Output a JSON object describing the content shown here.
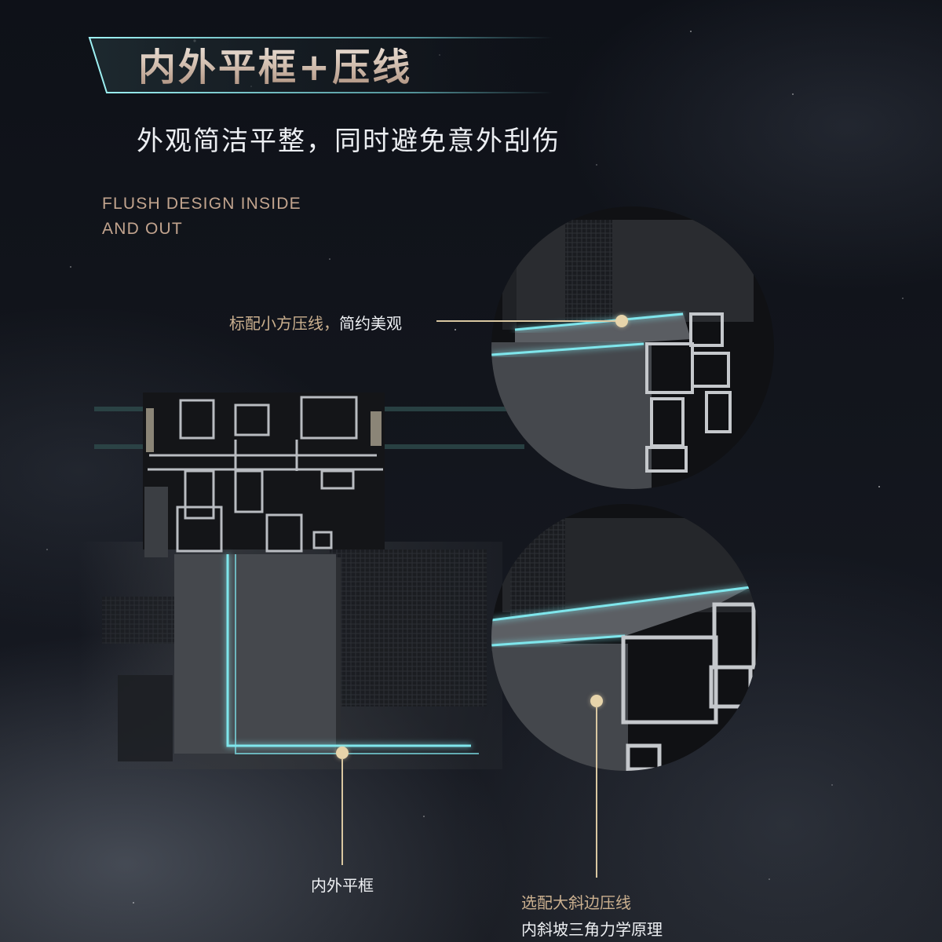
{
  "header": {
    "title": "内外平框+压线",
    "subtitle": "外观简洁平整，同时避免意外刮伤",
    "en_line1": "FLUSH DESIGN INSIDE",
    "en_line2": "AND OUT"
  },
  "callouts": {
    "top": {
      "gold": "标配小方压线，",
      "white": "简约美观"
    },
    "frame": {
      "label": "内外平框"
    },
    "bevel": {
      "line1": "选配大斜边压线",
      "line2": "内斜坡三角力学原理"
    }
  },
  "colors": {
    "accent_gold": "#cbb08f",
    "glow_cyan": "#7fe6ec",
    "dot": "#e7d4aa"
  }
}
